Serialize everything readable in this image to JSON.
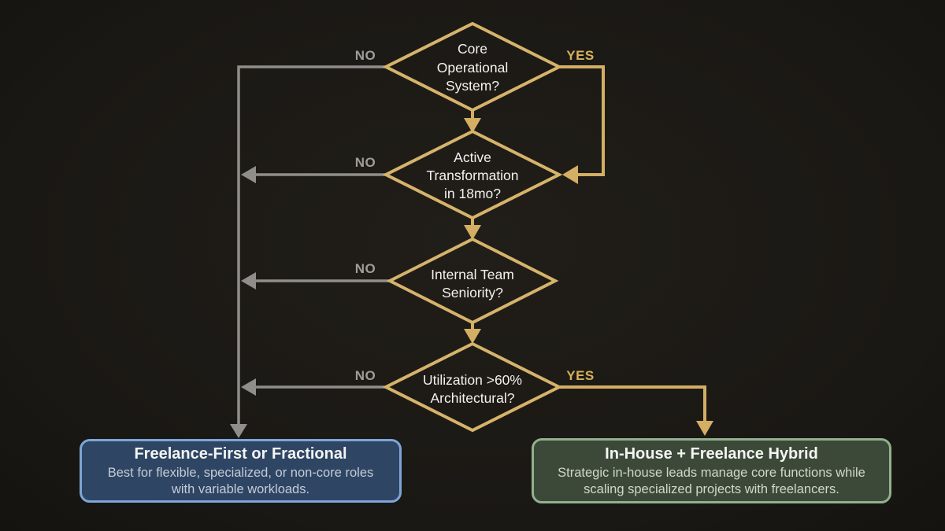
{
  "colors": {
    "background": "#1a1814",
    "gold_line": "#d3ae63",
    "gold_diamond": "#d6b36b",
    "gray_line": "#908e8a",
    "no_label": "#9e9d98",
    "yes_label": "#d7b15c",
    "diamond_text": "#f3f2ef",
    "freelance_box_bg": "#2e4564",
    "freelance_box_border": "#7fa5d7",
    "hybrid_box_bg": "#3c4939",
    "hybrid_box_border": "#92b08e"
  },
  "branch_labels": {
    "no": "NO",
    "yes": "YES"
  },
  "decisions": [
    {
      "lines": [
        "Core",
        "Operational",
        "System?"
      ]
    },
    {
      "lines": [
        "Active",
        "Transformation",
        "in 18mo?"
      ]
    },
    {
      "lines": [
        "Internal Team",
        "Seniority?"
      ]
    },
    {
      "lines": [
        "Utilization >60%",
        "Architectural?"
      ]
    }
  ],
  "outcomes": {
    "freelance": {
      "title": "Freelance-First or Fractional",
      "description": "Best for flexible, specialized, or non-core roles with variable workloads."
    },
    "hybrid": {
      "title": "In-House + Freelance Hybrid",
      "description": "Strategic in-house leads manage core functions while scaling specialized projects with freelancers."
    }
  }
}
